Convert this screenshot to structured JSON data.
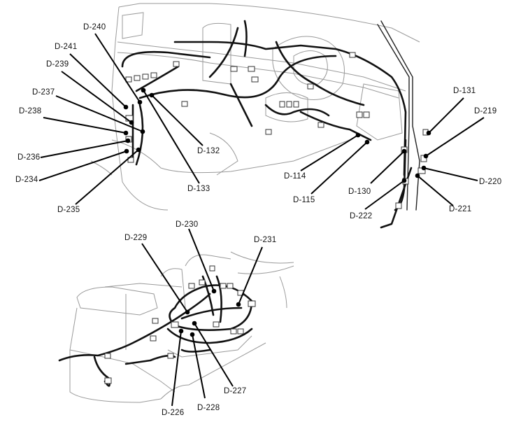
{
  "diagram": {
    "ink_color": "#111111",
    "outline_color": "#9a9a9a",
    "views": [
      {
        "name": "instrument-panel-harness",
        "callouts": [
          "D-240",
          "D-241",
          "D-239",
          "D-237",
          "D-238",
          "D-236",
          "D-234",
          "D-235",
          "D-132",
          "D-133",
          "D-114",
          "D-115",
          "D-130",
          "D-131",
          "D-219",
          "D-220",
          "D-221",
          "D-222"
        ]
      },
      {
        "name": "floor-console-harness",
        "callouts": [
          "D-230",
          "D-229",
          "D-231",
          "D-227",
          "D-228",
          "D-226"
        ]
      }
    ]
  }
}
